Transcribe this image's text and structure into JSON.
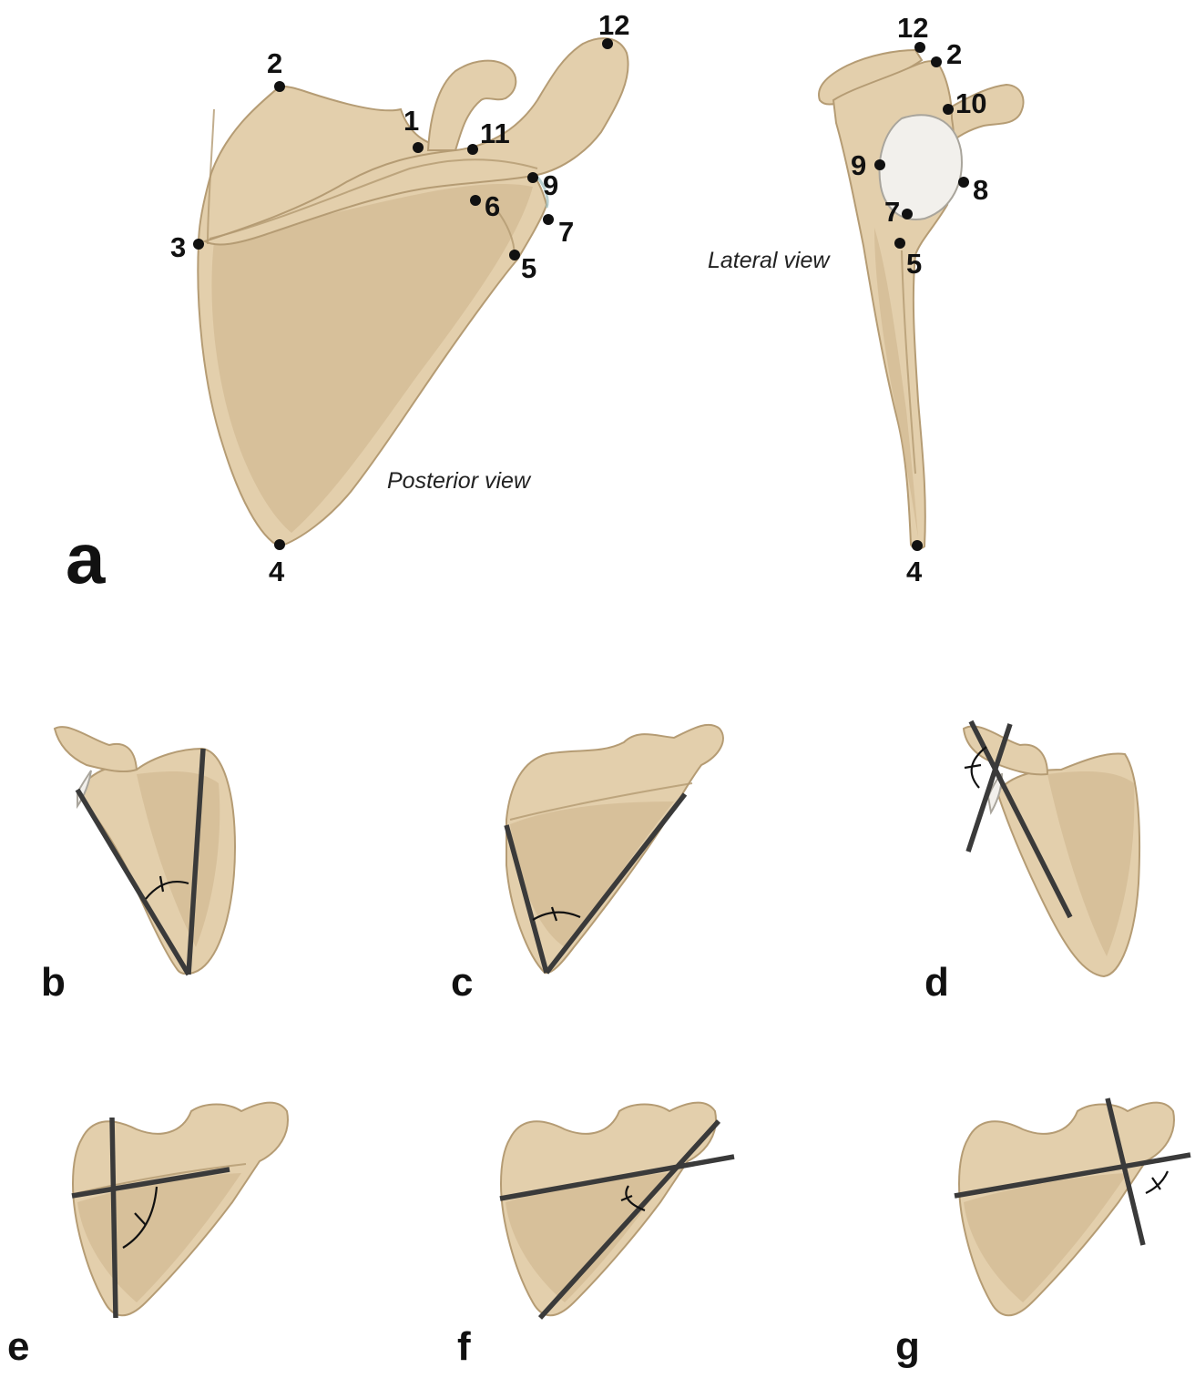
{
  "panels": {
    "a": {
      "letter": "a",
      "posterior_caption": "Posterior view",
      "lateral_caption": "Lateral view"
    },
    "b": {
      "letter": "b"
    },
    "c": {
      "letter": "c"
    },
    "d": {
      "letter": "d"
    },
    "e": {
      "letter": "e"
    },
    "f": {
      "letter": "f"
    },
    "g": {
      "letter": "g"
    }
  },
  "landmarks": {
    "posterior": [
      "1",
      "2",
      "3",
      "4",
      "5",
      "6",
      "7",
      "9",
      "11",
      "12"
    ],
    "lateral": [
      "2",
      "4",
      "5",
      "7",
      "8",
      "9",
      "10",
      "12"
    ]
  },
  "colors": {
    "bone": "#e3cfac",
    "bone_outline": "#b59c74",
    "glenoid": "#f2f0ec",
    "measurement_line": "#3a3a3a",
    "label": "#111111"
  }
}
